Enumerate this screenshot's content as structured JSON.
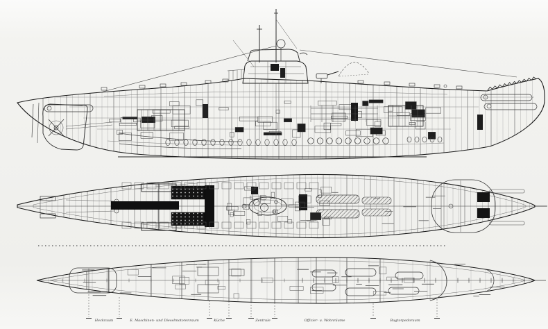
{
  "figure": {
    "subject": "submarine-general-arrangement-blueprint",
    "view_count": "3"
  },
  "colors": {
    "paper": "#f3f3f0",
    "ink": "#1c1c1c",
    "faint_line": "#9a9a9a",
    "machinery_black": "#121212"
  },
  "compartment_labels": {
    "heckraum": "Heckraum",
    "maschinenraum": "E. Maschinen- und Dieselmotorenraum",
    "kueche": "Küche",
    "zentrale": "Zentrale",
    "wohnraeume": "Offizier- u. Wohnräume",
    "bugtorpedoraum": "Bugtorpedoraum"
  }
}
